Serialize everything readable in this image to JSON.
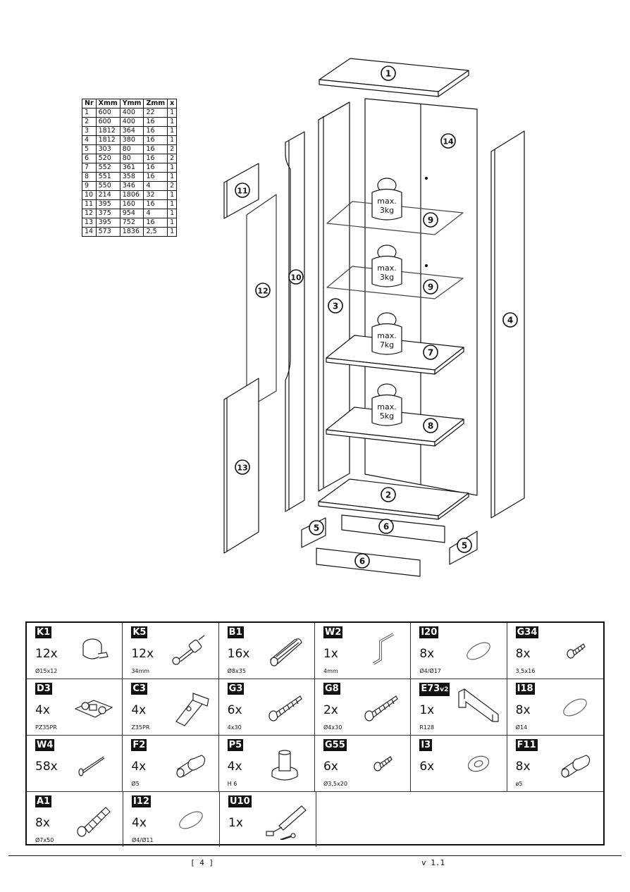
{
  "parts_table": {
    "headers": [
      "Nr",
      "Xmm",
      "Ymm",
      "Zmm",
      "x"
    ],
    "rows": [
      [
        "1",
        "600",
        "400",
        "22",
        "1"
      ],
      [
        "2",
        "600",
        "400",
        "16",
        "1"
      ],
      [
        "3",
        "1812",
        "364",
        "16",
        "1"
      ],
      [
        "4",
        "1812",
        "380",
        "16",
        "1"
      ],
      [
        "5",
        "303",
        "80",
        "16",
        "2"
      ],
      [
        "6",
        "520",
        "80",
        "16",
        "2"
      ],
      [
        "7",
        "552",
        "361",
        "16",
        "1"
      ],
      [
        "8",
        "551",
        "358",
        "16",
        "1"
      ],
      [
        "9",
        "550",
        "346",
        "4",
        "2"
      ],
      [
        "10",
        "214",
        "1806",
        "32",
        "1"
      ],
      [
        "11",
        "395",
        "160",
        "16",
        "1"
      ],
      [
        "12",
        "375",
        "954",
        "4",
        "1"
      ],
      [
        "13",
        "395",
        "752",
        "16",
        "1"
      ],
      [
        "14",
        "573",
        "1836",
        "2,5",
        "1"
      ]
    ]
  },
  "diagram": {
    "part_labels": [
      "1",
      "2",
      "3",
      "4",
      "5",
      "5",
      "6",
      "6",
      "7",
      "8",
      "9",
      "9",
      "10",
      "11",
      "12",
      "13",
      "14"
    ],
    "weights": [
      {
        "line1": "max.",
        "line2": "3kg"
      },
      {
        "line1": "max.",
        "line2": "3kg"
      },
      {
        "line1": "max.",
        "line2": "7kg"
      },
      {
        "line1": "max.",
        "line2": "5kg"
      }
    ]
  },
  "hardware": [
    [
      {
        "code": "K1",
        "qty": "12x",
        "spec": "Ø15x12",
        "icon": "cam-lock-icon"
      },
      {
        "code": "K5",
        "qty": "12x",
        "spec": "34mm",
        "icon": "cam-bolt-icon"
      },
      {
        "code": "B1",
        "qty": "16x",
        "spec": "Ø8x35",
        "icon": "wooden-dowel-icon"
      },
      {
        "code": "W2",
        "qty": "1x",
        "spec": "4mm",
        "icon": "allen-key-icon"
      },
      {
        "code": "I20",
        "qty": "8x",
        "spec": "Ø4/Ø17",
        "icon": "cap-cover-icon"
      },
      {
        "code": "G34",
        "qty": "8x",
        "spec": "3,5x16",
        "icon": "short-screw-icon"
      }
    ],
    [
      {
        "code": "D3",
        "qty": "4x",
        "spec": "PZ35PR",
        "icon": "hinge-plate-icon"
      },
      {
        "code": "C3",
        "qty": "4x",
        "spec": "Z35PR",
        "icon": "hinge-icon"
      },
      {
        "code": "G3",
        "qty": "6x",
        "spec": "4x30",
        "icon": "screw-icon"
      },
      {
        "code": "G8",
        "qty": "2x",
        "spec": "Ø4x30",
        "icon": "screw-icon"
      },
      {
        "code": "E73",
        "code_suffix": "v2",
        "qty": "1x",
        "spec": "R128",
        "icon": "handle-icon"
      },
      {
        "code": "I18",
        "qty": "8x",
        "spec": "Ø14",
        "icon": "cap-cover-icon"
      }
    ],
    [
      {
        "code": "W4",
        "qty": "58x",
        "spec": "",
        "icon": "nail-icon"
      },
      {
        "code": "F2",
        "qty": "4x",
        "spec": "Ø5",
        "icon": "shelf-pin-icon"
      },
      {
        "code": "P5",
        "qty": "4x",
        "spec": "H 6",
        "icon": "foot-glide-icon"
      },
      {
        "code": "G55",
        "qty": "6x",
        "spec": "Ø3,5x20",
        "icon": "short-screw-icon"
      },
      {
        "code": "I3",
        "qty": "6x",
        "spec": "",
        "icon": "grommet-icon"
      },
      {
        "code": "F11",
        "qty": "8x",
        "spec": "ø5",
        "icon": "shelf-pin-icon"
      }
    ],
    [
      {
        "code": "A1",
        "qty": "8x",
        "spec": "Ø7x50",
        "icon": "wall-anchor-icon"
      },
      {
        "code": "I12",
        "qty": "4x",
        "spec": "Ø4/Ø11",
        "icon": "cap-cover-icon"
      },
      {
        "code": "U10",
        "qty": "1x",
        "spec": "",
        "icon": "anti-tip-kit-icon"
      }
    ]
  ],
  "footer": {
    "page": "[ 4 ]",
    "version": "v 1.1"
  }
}
